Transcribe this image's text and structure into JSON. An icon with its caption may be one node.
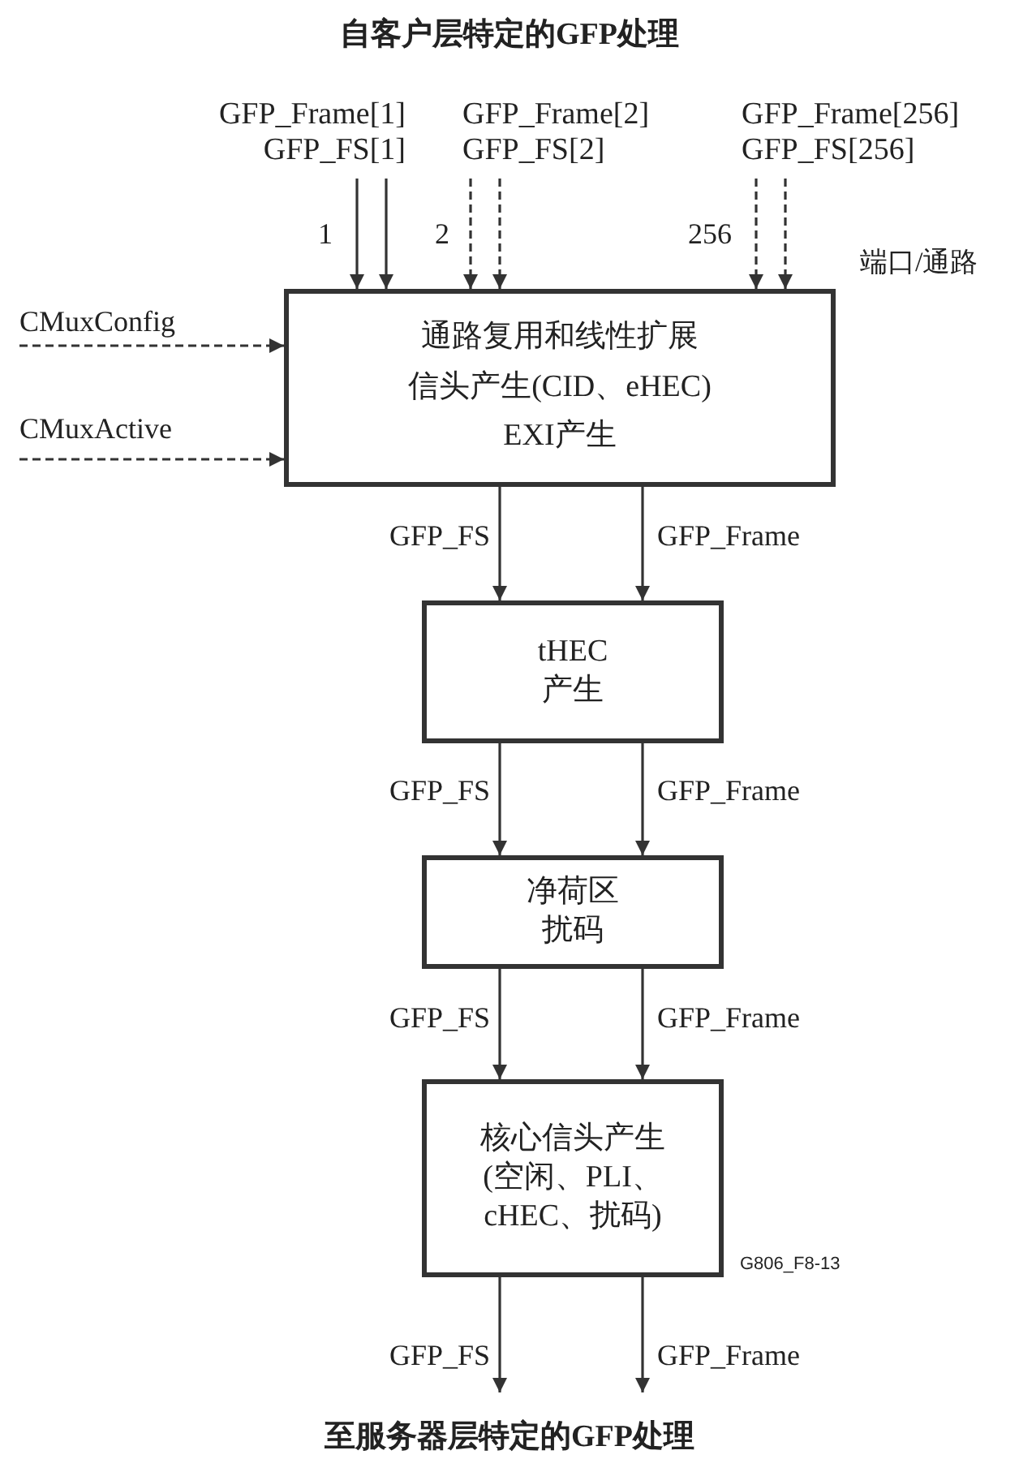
{
  "diagram": {
    "title": "自客户层特定的GFP处理",
    "caption": "至服务器层特定的GFP处理",
    "nodes": [
      {
        "text": [
          "GFP_Frame[1]",
          "GFP_FS[1]"
        ]
      },
      {
        "text": [
          "GFP_Frame[2]",
          "GFP_FS[2]"
        ]
      },
      {
        "text": [
          "GFP_Frame[256]",
          "GFP_FS[256]"
        ]
      },
      {
        "text": [
          "通路复用和线性扩展",
          "信头产生(CID、eHEC)",
          "EXI产生"
        ]
      },
      {
        "text": [
          "tHEC",
          "产生"
        ]
      },
      {
        "text": [
          "净荷区",
          "扰码"
        ]
      },
      {
        "text": [
          "核心信头产生",
          "(空闲、PLI、cHEC、扰码)"
        ]
      }
    ],
    "edges": [
      {
        "from": 0,
        "to": 3,
        "arrow": "to"
      },
      {
        "from": 0,
        "to": 3,
        "arrow": "to"
      },
      {
        "from": 1,
        "to": 3,
        "arrow": "to",
        "style": "dashed"
      },
      {
        "from": 1,
        "to": 3,
        "arrow": "to",
        "style": "dashed"
      },
      {
        "from": 2,
        "to": 3,
        "arrow": "to",
        "style": "dashed"
      },
      {
        "from": 2,
        "to": 3,
        "arrow": "to",
        "style": "dashed"
      },
      {
        "from": null,
        "to": 3,
        "arrow": "to",
        "label": "CMuxConfig",
        "style": "dashed"
      },
      {
        "from": null,
        "to": 3,
        "arrow": "to",
        "label": "CMuxActive",
        "style": "dashed"
      },
      {
        "from": 3,
        "to": 4,
        "arrow": "to",
        "label": "GFP_FS"
      },
      {
        "from": 3,
        "to": 4,
        "arrow": "to",
        "label": "GFP_Frame"
      },
      {
        "from": 4,
        "to": 5,
        "arrow": "to",
        "label": "GFP_FS"
      },
      {
        "from": 4,
        "to": 5,
        "arrow": "to",
        "label": "GFP_Frame"
      },
      {
        "from": 5,
        "to": 6,
        "arrow": "to",
        "label": "GFP_FS"
      },
      {
        "from": 5,
        "to": 6,
        "arrow": "to",
        "label": "GFP_Frame"
      },
      {
        "from": 6,
        "to": null,
        "arrow": "to",
        "label": "GFP_FS"
      },
      {
        "from": 6,
        "to": null,
        "arrow": "to",
        "label": "GFP_Frame"
      }
    ],
    "labels": [
      "1",
      "2",
      "256",
      "端口/通路",
      "G806_F8-13"
    ]
  }
}
